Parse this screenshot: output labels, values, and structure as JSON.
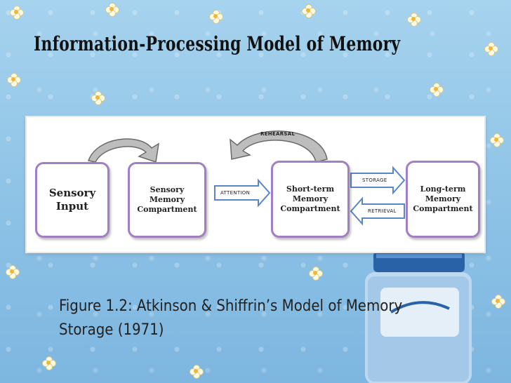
{
  "slide": {
    "title": "Information-Processing Model of Memory",
    "caption": "Figure 1.2: Atkinson & Shiffrin’s Model of Memory Storage (1971)"
  },
  "diagram": {
    "nodes": {
      "sensory_input": "Sensory\nInput",
      "sensory_memory": "Sensory\nMemory\nCompartment",
      "short_term": "Short-term\nMemory\nCompartment",
      "long_term": "Long-term\nMemory\nCompartment"
    },
    "labels": {
      "rehearsal": "REHEARSAL",
      "attention": "ATTENTION",
      "storage": "STORAGE",
      "retrieval": "RETRIEVAL"
    }
  },
  "colors": {
    "node_border": "#a080c0",
    "arrow_border": "#5a86c8",
    "curved_arrow_fill": "#bdbdbd",
    "background": "#9ccbe8"
  }
}
